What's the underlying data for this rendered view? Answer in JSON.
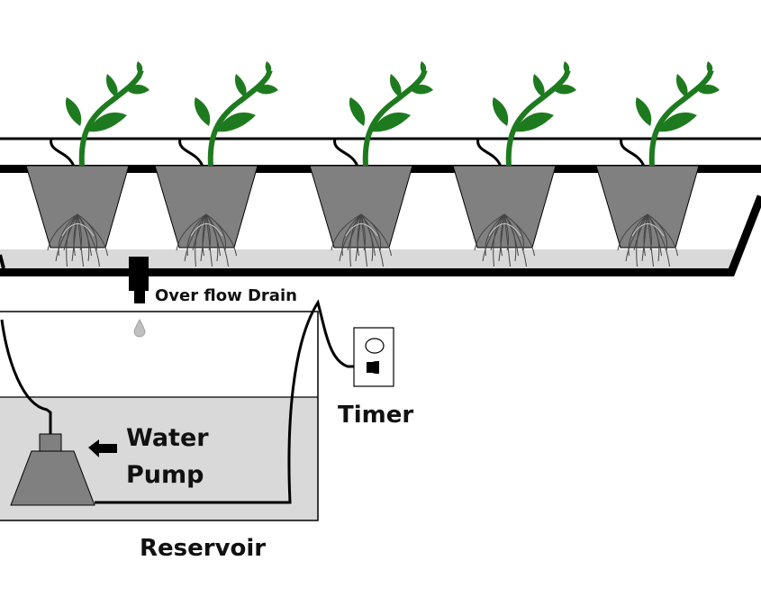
{
  "labels": {
    "drain": "Over flow Drain",
    "pump_line1": "Water",
    "pump_line2": "Pump",
    "timer": "Timer",
    "reservoir": "Reservoir"
  },
  "plant_count": 5,
  "colors": {
    "pot": "#808080",
    "water": "#d9d9d9",
    "leaf": "#1e7a1e",
    "outline": "#000000"
  }
}
